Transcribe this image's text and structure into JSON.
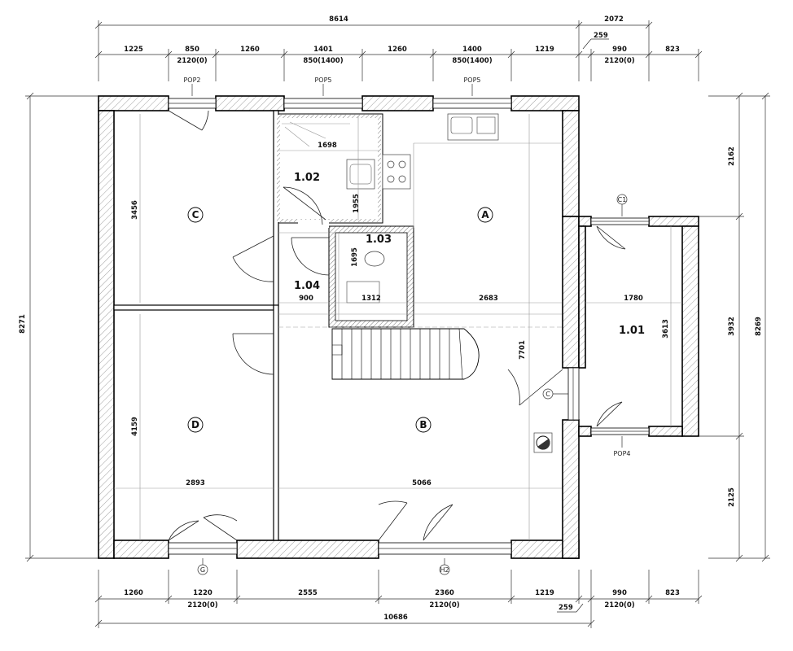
{
  "dimensions": {
    "top_total": "8614",
    "top_annex_total": "2072",
    "top_segments": [
      "1225",
      "850",
      "1260",
      "1401",
      "1260",
      "1400",
      "1219",
      "990",
      "823"
    ],
    "top_window_heights": [
      "2120(0)",
      "850(1400)",
      "850(1400)",
      "2120(0)"
    ],
    "top_annex_gap": "259",
    "bottom_segments": [
      "1260",
      "1220",
      "2555",
      "2360",
      "1219",
      "990",
      "823"
    ],
    "bottom_door_heights": [
      "2120(0)",
      "2120(0)",
      "2120(0)"
    ],
    "bottom_annex_gap": "259",
    "bottom_total": "10686",
    "left_total": "8271",
    "right_segments": [
      "2162",
      "3932",
      "2125"
    ],
    "right_total": "8269",
    "interior": {
      "room_c_height": "3456",
      "room_d_height": "4159",
      "room_d_width": "2893",
      "room_b_width": "5066",
      "room_102_width": "1698",
      "room_102_height": "1955",
      "room_103_height": "1695",
      "row_104": "900",
      "row_103": "1312",
      "row_a": "2683",
      "hall_vertical": "7701",
      "annex_width": "1780",
      "annex_height": "3613"
    }
  },
  "rooms": {
    "a": "A",
    "b": "B",
    "c": "C",
    "d": "D",
    "r101": "1.01",
    "r102": "1.02",
    "r103": "1.03",
    "r104": "1.04"
  },
  "tags": {
    "pop2": "POP2",
    "pop5a": "POP5",
    "pop5b": "POP5",
    "pop4": "POP4",
    "c1": "C1",
    "c": "C",
    "g": "G",
    "h2": "H2"
  }
}
